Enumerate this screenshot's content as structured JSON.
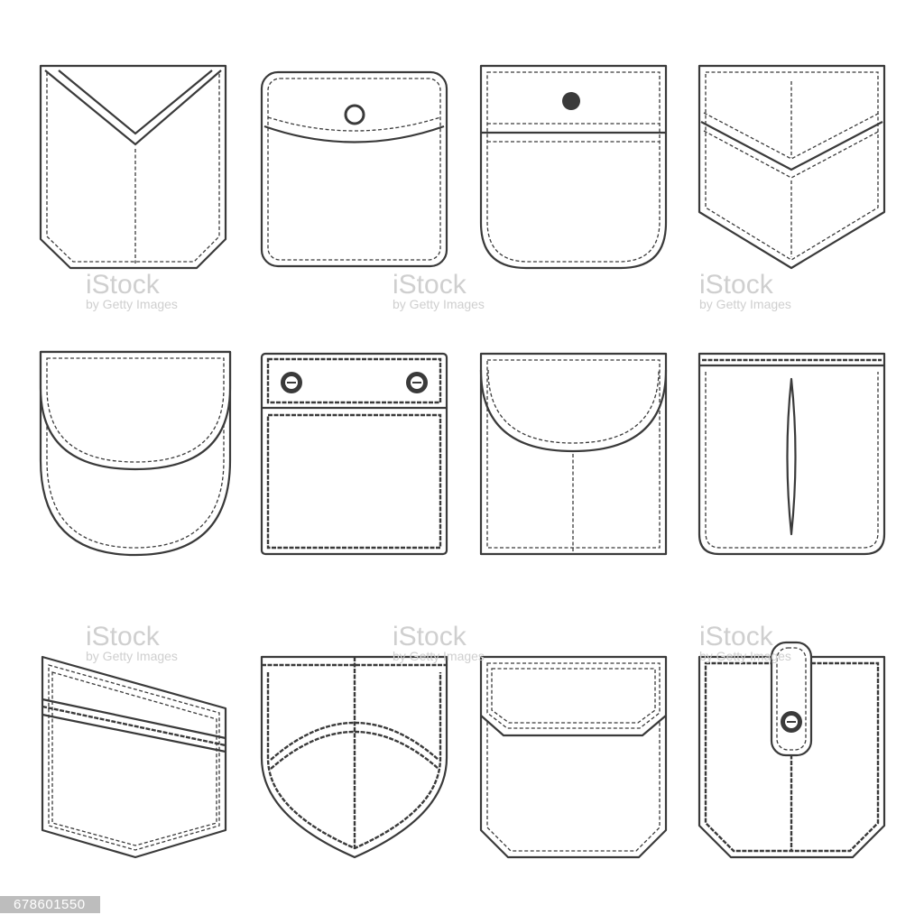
{
  "watermark": {
    "brand": "iStock",
    "sub": "by Getty Images"
  },
  "image_id": "678601550",
  "colors": {
    "line": "#3a3a3a",
    "background": "#ffffff",
    "id_badge": "#bdbdbd"
  },
  "pockets": [
    "pointed-v-flap",
    "rounded-flap-button",
    "flap-button-rounded-bottom",
    "chevron-pointed",
    "round-flap",
    "double-button-flap",
    "semicircle-flap-split",
    "welt-slit",
    "slanted-jeans",
    "shield",
    "chamfer-flap",
    "tab-button"
  ]
}
